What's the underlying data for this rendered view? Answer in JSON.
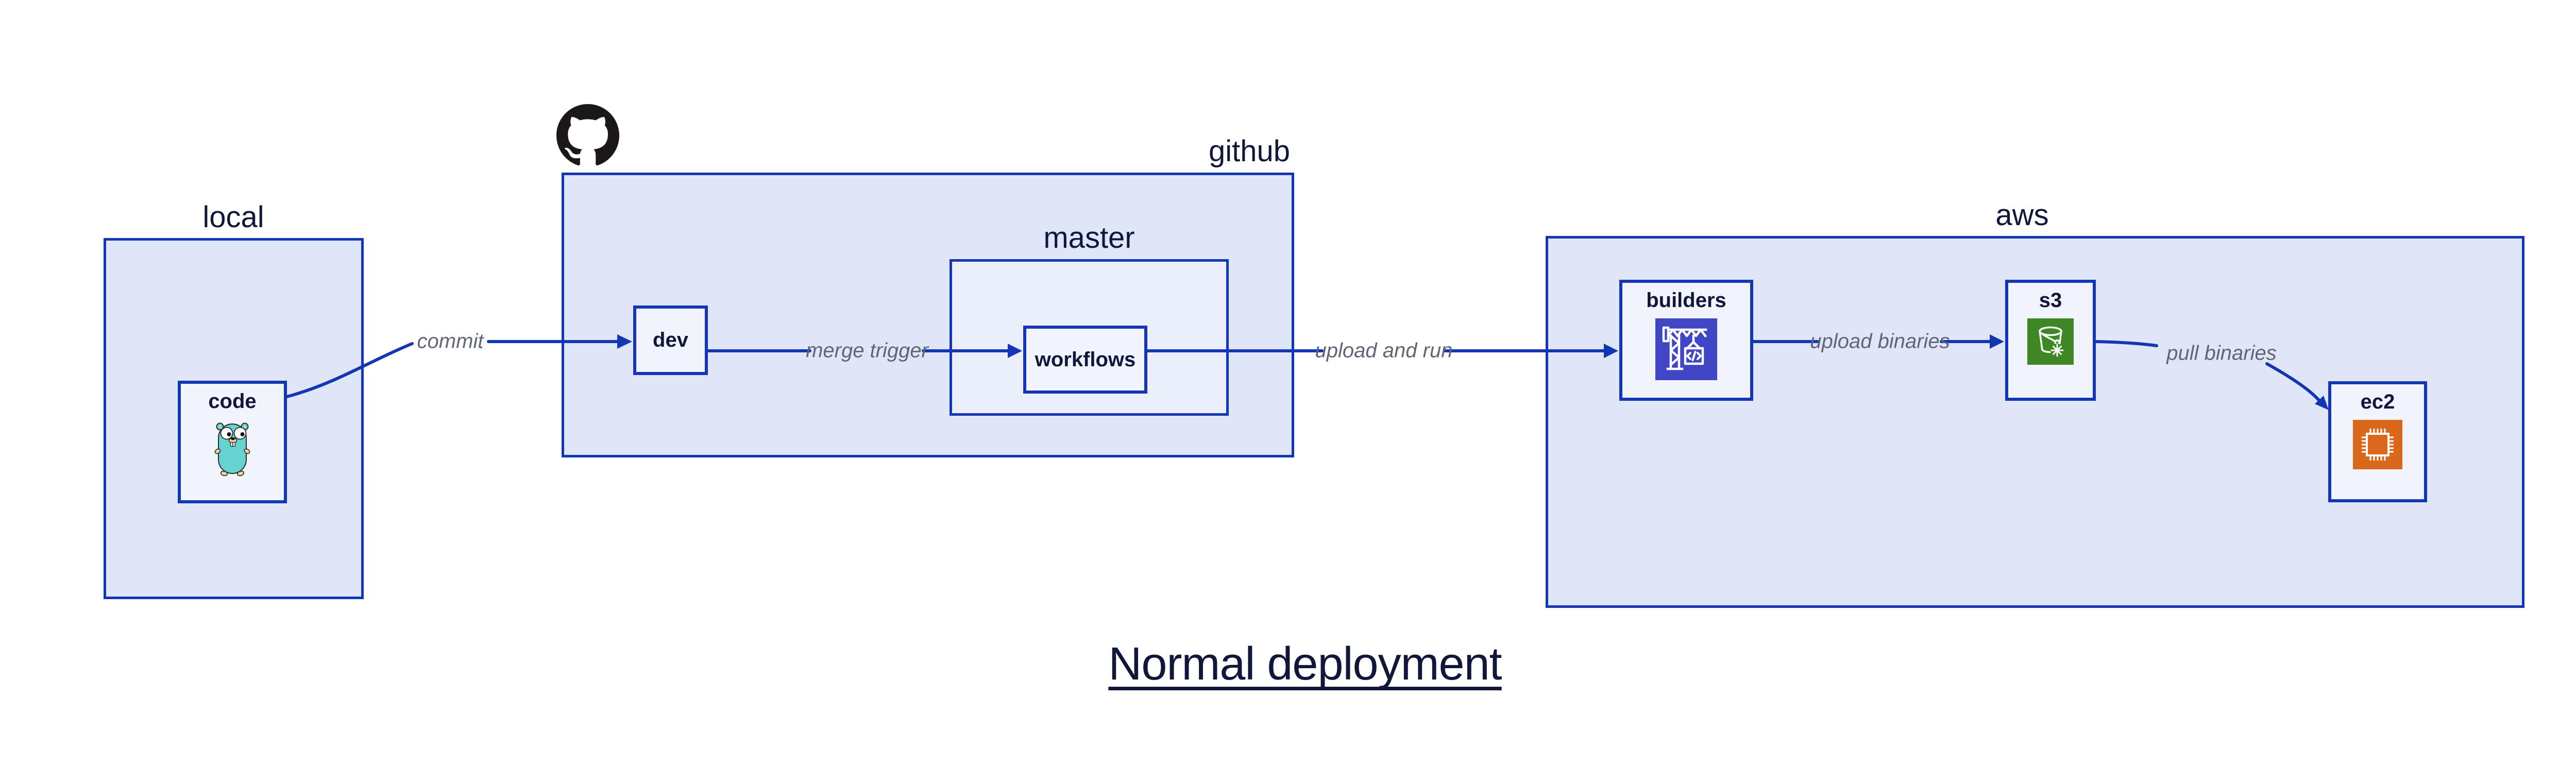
{
  "title": "Normal deployment",
  "containers": {
    "local": {
      "label": "local"
    },
    "github": {
      "label": "github"
    },
    "master": {
      "label": "master"
    },
    "aws": {
      "label": "aws"
    }
  },
  "nodes": {
    "code": {
      "label": "code",
      "icon": "go-gopher-icon"
    },
    "dev": {
      "label": "dev"
    },
    "workflows": {
      "label": "workflows"
    },
    "builders": {
      "label": "builders",
      "icon": "aws-codebuild-crane-icon"
    },
    "s3": {
      "label": "s3",
      "icon": "s3-bucket-snowflake-icon"
    },
    "ec2": {
      "label": "ec2",
      "icon": "ec2-chip-icon"
    }
  },
  "edges": [
    {
      "id": "commit",
      "label": "commit",
      "from": "code",
      "to": "dev"
    },
    {
      "id": "merge-trigger",
      "label": "merge trigger",
      "from": "dev",
      "to": "workflows"
    },
    {
      "id": "upload-and-run",
      "label": "upload and run",
      "from": "workflows",
      "to": "builders"
    },
    {
      "id": "upload-binaries",
      "label": "upload binaries",
      "from": "builders",
      "to": "s3"
    },
    {
      "id": "pull-binaries",
      "label": "pull binaries",
      "from": "s3",
      "to": "ec2"
    }
  ],
  "logo": {
    "name": "github-octocat-icon"
  },
  "colors": {
    "edge-blue": "#1436b4",
    "container-fill": "#dfe6f8",
    "master-fill": "#eaeffb",
    "node-fill": "#f1f4fd",
    "label-dark": "#10173a",
    "edge-label": "#606774",
    "codebuild-indigo": "#4046c6",
    "glacier-green": "#3f8624",
    "ec2-orange": "#d9671c",
    "octocat-black": "#1b1817",
    "gopher-teal": "#65d3d0",
    "gopher-paw": "#f3cf9f"
  }
}
